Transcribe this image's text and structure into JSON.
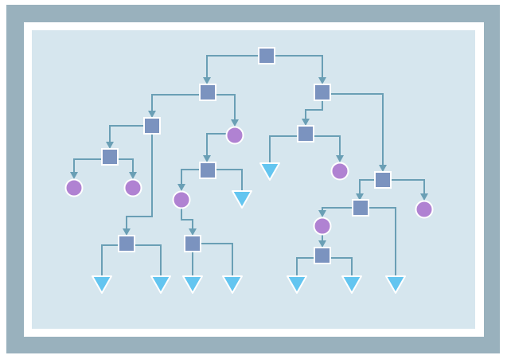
{
  "diagram": {
    "type": "tree",
    "colors": {
      "frame": "#99b1bd",
      "mat": "#ffffff",
      "canvas": "#d6e6ee",
      "edge": "#6a9fb5",
      "square": "#7b93bf",
      "circle": "#b082d2",
      "triangle": "#63c5f0"
    },
    "nodes": [
      {
        "id": "A",
        "shape": "square"
      },
      {
        "id": "B",
        "shape": "square"
      },
      {
        "id": "C",
        "shape": "square"
      },
      {
        "id": "D",
        "shape": "square"
      },
      {
        "id": "E",
        "shape": "circle"
      },
      {
        "id": "F",
        "shape": "square"
      },
      {
        "id": "G",
        "shape": "square"
      },
      {
        "id": "H",
        "shape": "square"
      },
      {
        "id": "I",
        "shape": "square"
      },
      {
        "id": "H1",
        "shape": "circle"
      },
      {
        "id": "H2",
        "shape": "circle"
      },
      {
        "id": "J",
        "shape": "square"
      },
      {
        "id": "J1",
        "shape": "circle"
      },
      {
        "id": "J2",
        "shape": "triangle"
      },
      {
        "id": "K",
        "shape": "square"
      },
      {
        "id": "F1",
        "shape": "triangle"
      },
      {
        "id": "F2",
        "shape": "circle"
      },
      {
        "id": "L",
        "shape": "square"
      },
      {
        "id": "G2",
        "shape": "circle"
      },
      {
        "id": "L1",
        "shape": "circle"
      },
      {
        "id": "L2",
        "shape": "triangle"
      },
      {
        "id": "M",
        "shape": "square"
      },
      {
        "id": "I1",
        "shape": "triangle"
      },
      {
        "id": "I2",
        "shape": "triangle"
      },
      {
        "id": "K1",
        "shape": "triangle"
      },
      {
        "id": "K2",
        "shape": "triangle"
      },
      {
        "id": "M1",
        "shape": "triangle"
      },
      {
        "id": "M2",
        "shape": "triangle"
      }
    ],
    "edges": [
      [
        "A",
        "B"
      ],
      [
        "A",
        "C"
      ],
      [
        "B",
        "D"
      ],
      [
        "B",
        "E"
      ],
      [
        "C",
        "F"
      ],
      [
        "C",
        "G"
      ],
      [
        "D",
        "H"
      ],
      [
        "D",
        "I"
      ],
      [
        "H",
        "H1"
      ],
      [
        "H",
        "H2"
      ],
      [
        "E",
        "J"
      ],
      [
        "J",
        "J1"
      ],
      [
        "J",
        "J2"
      ],
      [
        "J1",
        "K"
      ],
      [
        "F",
        "F1"
      ],
      [
        "F",
        "F2"
      ],
      [
        "G",
        "L"
      ],
      [
        "G",
        "G2"
      ],
      [
        "L",
        "L1"
      ],
      [
        "L",
        "L2"
      ],
      [
        "L1",
        "M"
      ],
      [
        "I",
        "I1"
      ],
      [
        "I",
        "I2"
      ],
      [
        "K",
        "K1"
      ],
      [
        "K",
        "K2"
      ],
      [
        "M",
        "M1"
      ],
      [
        "M",
        "M2"
      ]
    ]
  }
}
